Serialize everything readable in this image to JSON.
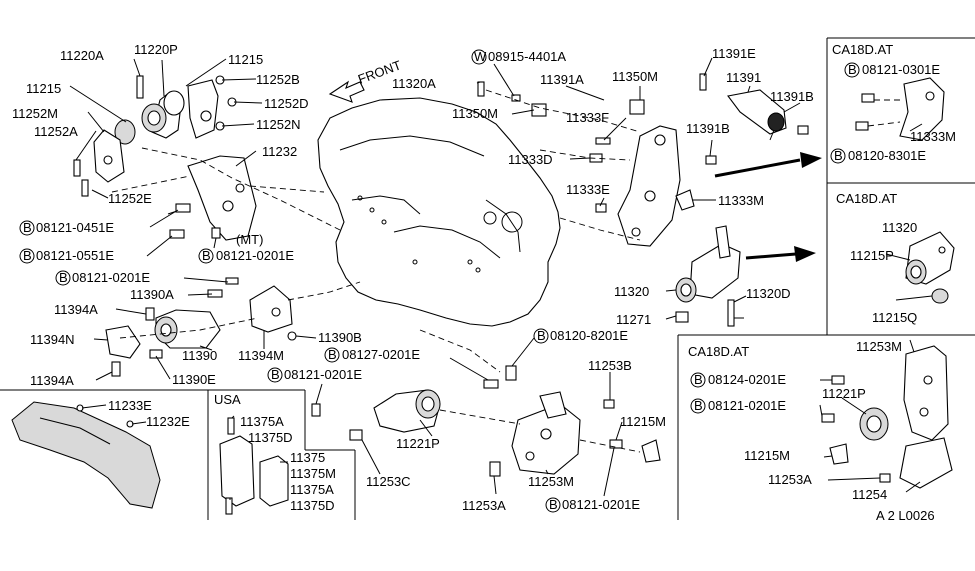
{
  "labels": {
    "l11220A": "11220A",
    "l11220P": "11220P",
    "l11215a": "11215",
    "l11215b": "11215",
    "l11252B": "11252B",
    "l11252D": "11252D",
    "l11252M": "11252M",
    "l11252N": "11252N",
    "l11252A": "11252A",
    "l11252E": "11252E",
    "l11232": "11232",
    "l0451E": "08121-0451E",
    "l0551E": "08121-0551E",
    "lMT": "(MT)",
    "l0201Ea": "08121-0201E",
    "l0201Eb": "08121-0201E",
    "l11390A": "11390A",
    "l11394A1": "11394A",
    "l11394N": "11394N",
    "l11390": "11390",
    "l11394M": "11394M",
    "l11390B": "11390B",
    "l11394A2": "11394A",
    "l11390E": "11390E",
    "l0201Ec": "08121-0201E",
    "l11233E": "11233E",
    "l11232E": "11232E",
    "lFRONT": "FRONT",
    "l11320A": "11320A",
    "lW4401A": "08915-4401A",
    "l11391A": "11391A",
    "l11350Ma": "11350M",
    "l11350Mb": "11350M",
    "l11333F": "11333F",
    "l11333D": "11333D",
    "l11333E": "11333E",
    "l11391E": "11391E",
    "l11391": "11391",
    "l11391B1": "11391B",
    "l11391B2": "11391B",
    "l11333M": "11333M",
    "l11320": "11320",
    "l11320D": "11320D",
    "l11271": "11271",
    "l8201E": "08120-8201E",
    "l0201Ed": "08127-0201E",
    "l0201Ee": "08121-0201E",
    "l11253B": "11253B",
    "l11215M": "11215M",
    "l11221P": "11221P",
    "l11253C": "11253C",
    "l11253M": "11253M",
    "l11253A": "11253A",
    "l0201Ef": "08121-0201E",
    "lUSA": "USA",
    "l11375A1": "11375A",
    "l11375D1": "11375D",
    "l11375": "11375",
    "l11375M": "11375M",
    "l11375A2": "11375A",
    "l11375D2": "11375D"
  },
  "inset_top": {
    "title": "CA18D.AT",
    "bolt1": "08121-0301E",
    "part": "11333M",
    "bolt2": "08120-8301E"
  },
  "inset_mid": {
    "title": "CA18D.AT",
    "part1": "11320",
    "part2": "11215P",
    "part3": "11215Q"
  },
  "inset_bot": {
    "title": "CA18D.AT",
    "bracket": "11253M",
    "bolt1": "08124-0201E",
    "mount": "11221P",
    "bolt2": "08121-0201E",
    "nut": "11215M",
    "bolt3": "11253A",
    "base": "11254"
  },
  "diagram_code": "A  2 L0026",
  "bolt_prefix": "B",
  "washer_prefix": "W"
}
